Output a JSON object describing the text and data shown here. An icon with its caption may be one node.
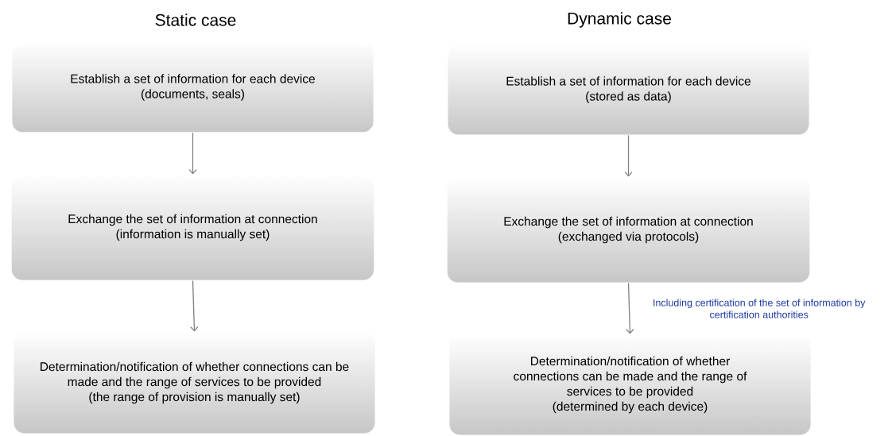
{
  "diagram": {
    "nodes": [
      {
        "text": [
          "Establish a set of information for each device",
          "(documents, seals)"
        ]
      },
      {
        "text": [
          "Exchange the set of information at connection",
          "(information is manually set)"
        ]
      },
      {
        "text": [
          "Determination/notification of whether connections can be made and the range of services to be provided",
          "(the range of provision is manually set)"
        ]
      },
      {
        "text": [
          "Establish a set of information for each device",
          "(stored as data)"
        ]
      },
      {
        "text": [
          "Exchange the set of information at connection",
          "(exchanged via protocols)"
        ]
      },
      {
        "text": [
          "Determination/notification of whether connections can be made and the range of services to be provided",
          "(determined by each device)"
        ]
      }
    ],
    "edges": [
      {
        "from": 0,
        "to": 1,
        "arrow": "to"
      },
      {
        "from": 1,
        "to": 2,
        "arrow": "to"
      },
      {
        "from": 3,
        "to": 4,
        "arrow": "to"
      },
      {
        "from": 4,
        "to": 5,
        "arrow": "to",
        "label": "Including certification of the set of information by certification authorities"
      }
    ],
    "labels": [
      "Static case",
      "Dynamic case"
    ]
  }
}
